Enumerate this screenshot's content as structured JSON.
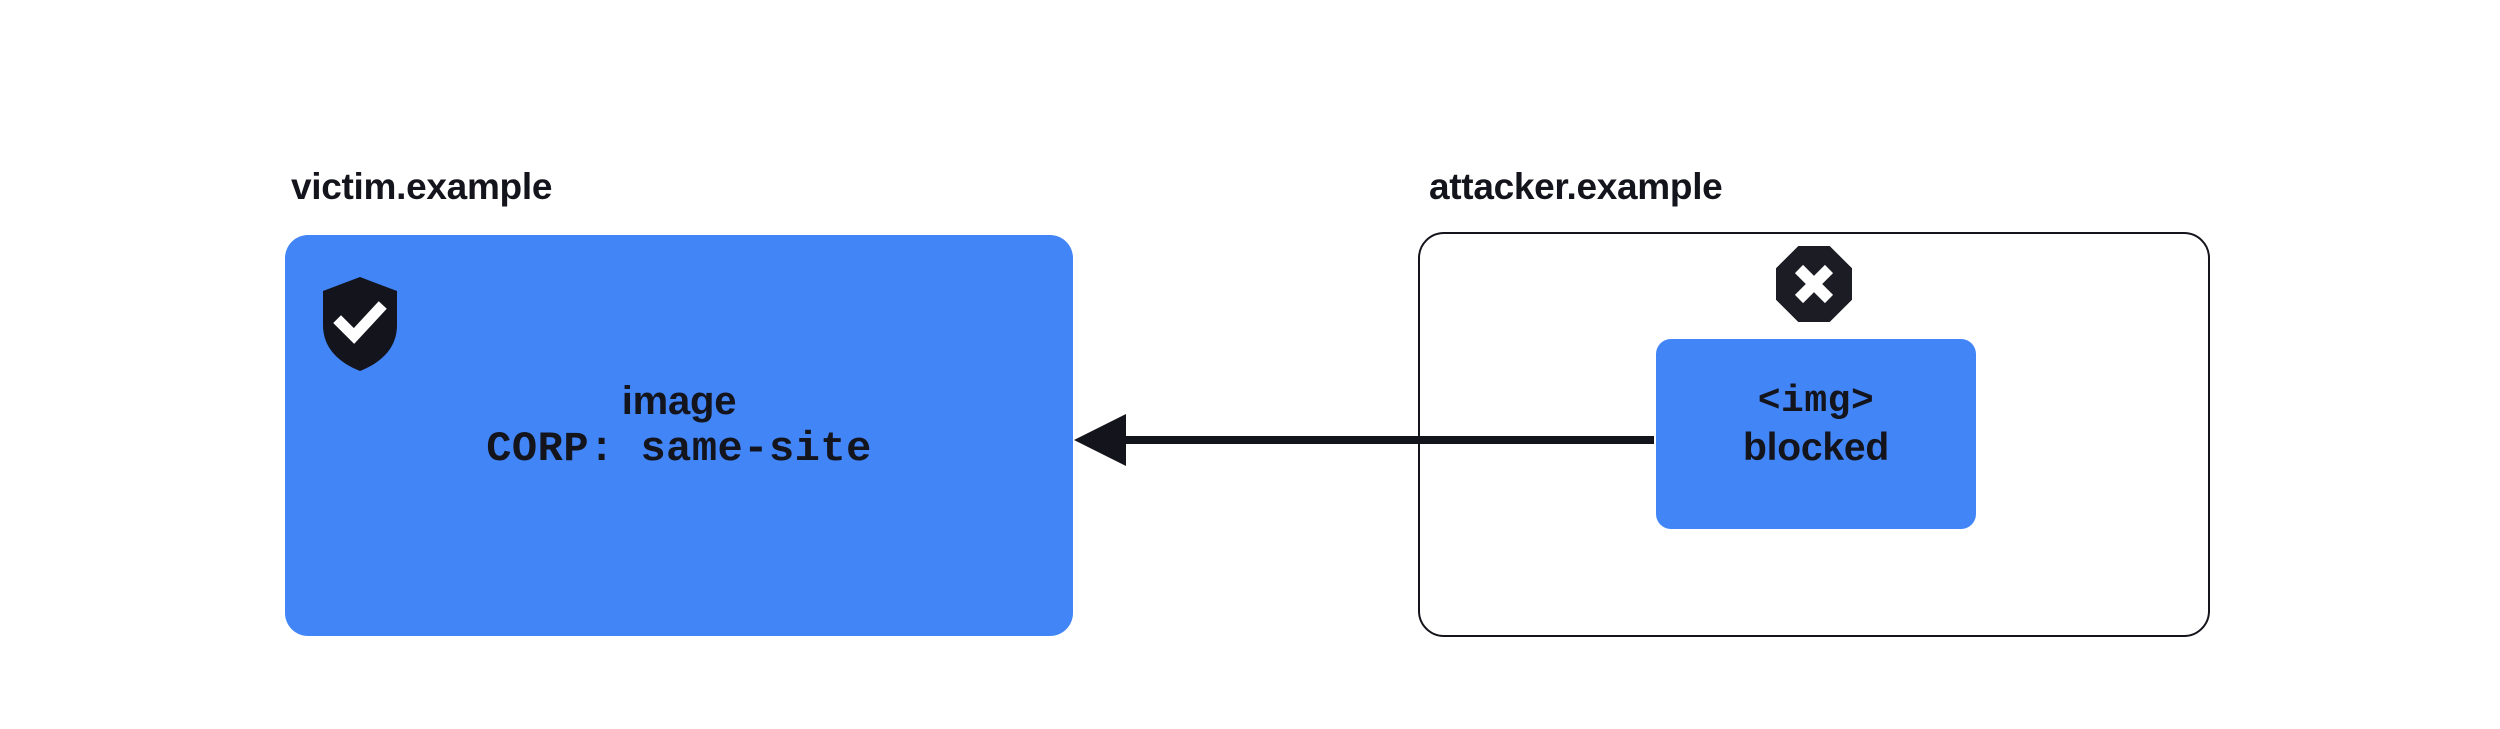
{
  "diagram": {
    "title_semantics": "CORP same-site blocks cross-origin image embed",
    "background_color": "#ffffff",
    "accent_color": "#4285f7",
    "ink_color": "#14141c"
  },
  "victim_origin": {
    "label": "victim.example",
    "status_icon": "shield-check-icon",
    "resource": {
      "name": "image",
      "header": "CORP: same-site"
    }
  },
  "attacker_origin": {
    "label": "attacker.example",
    "status_icon": "octagon-x-blocked-icon",
    "request": {
      "tag": "<img>",
      "status": "blocked"
    }
  },
  "arrow": {
    "semantics": "arrow-left",
    "direction": "right-to-left",
    "from": "attacker.example",
    "to": "victim.example",
    "color": "#14141c"
  }
}
